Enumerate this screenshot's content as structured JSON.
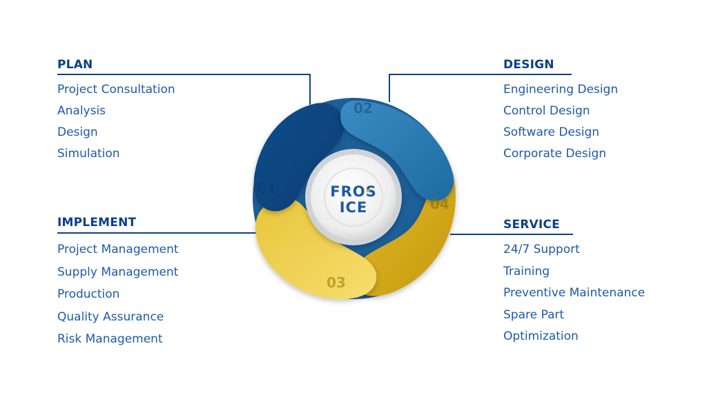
{
  "sections": {
    "plan": {
      "title": "PLAN",
      "items": [
        "Project Consultation",
        "Analysis",
        "Design",
        "Simulation"
      ]
    },
    "design": {
      "title": "DESIGN",
      "items": [
        "Engineering Design",
        "Control Design",
        "Software Design",
        "Corporate Design"
      ]
    },
    "implement": {
      "title": "IMPLEMENT",
      "items": [
        "Project Management",
        "Supply Management",
        "Production",
        "Quality Assurance",
        "Risk Management"
      ]
    },
    "service": {
      "title": "SERVICE",
      "items": [
        "24/7 Support",
        "Training",
        "Preventive Maintenance",
        "Spare Part",
        "Optimization"
      ]
    }
  },
  "cycle": {
    "numbers": {
      "n1": "01",
      "n2": "02",
      "n3": "03",
      "n4": "04"
    },
    "logo": {
      "line1": "FROS",
      "line2": "ICE"
    }
  },
  "colors": {
    "title": "#0b3f8a",
    "text": "#1d5aa8",
    "connector": "#0b3f8a",
    "blue_dark": "#0a4580",
    "blue_light": "#2f7fb8",
    "yellow_dark": "#c9a010",
    "yellow_light": "#f0d250"
  }
}
